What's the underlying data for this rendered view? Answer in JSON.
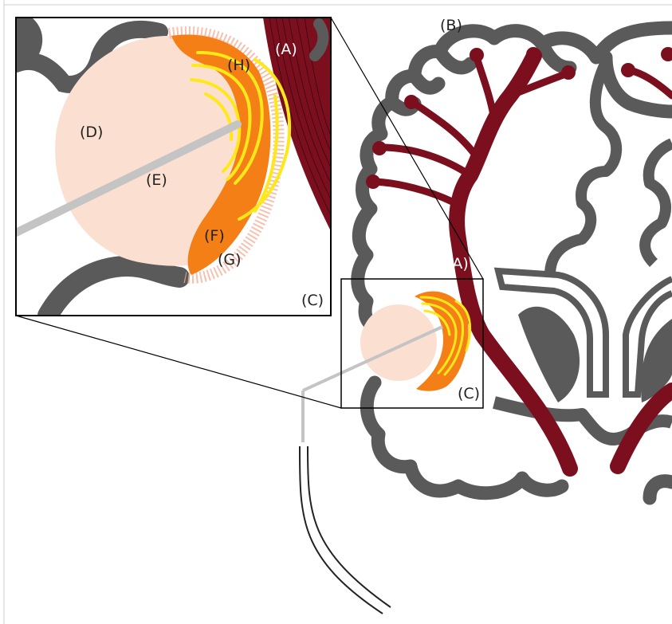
{
  "labels": {
    "A": "(A)",
    "B": "(B)",
    "C": "(C)",
    "D": "(D)",
    "E": "(E)",
    "F": "(F)",
    "G": "(G)",
    "H": "(H)"
  },
  "colors": {
    "cortex": "#5a5a5a",
    "artery": "#7b0f1e",
    "tumor": "#fbe0d2",
    "rim": "#f57f17",
    "fibers": "#ffe81a",
    "probe": "#c4c4c4",
    "frame": "#000000"
  }
}
